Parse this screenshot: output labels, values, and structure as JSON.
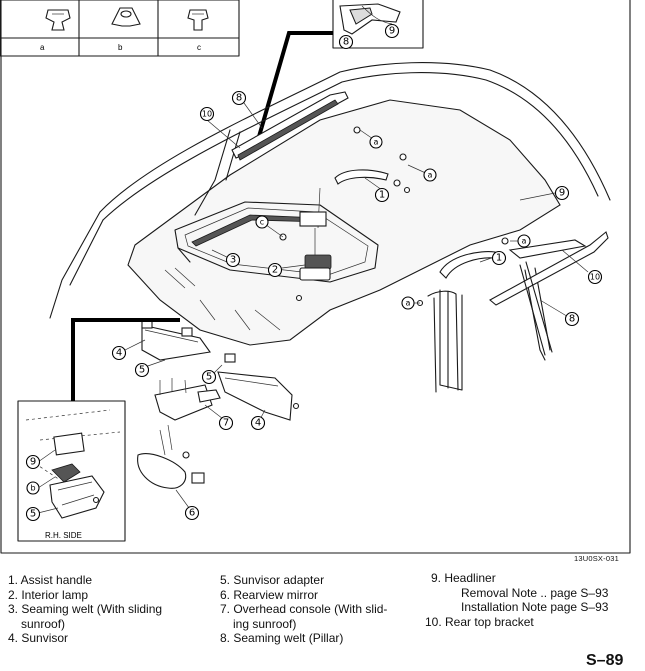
{
  "figure": {
    "fastener_table": {
      "columns": [
        "a",
        "b",
        "c"
      ]
    },
    "callouts": {
      "assist_handle": "1",
      "interior_lamp": "2",
      "seaming_welt_sunroof": "3",
      "sunvisor": "4",
      "sunvisor_adapter": "5",
      "rearview_mirror": "6",
      "overhead_console": "7",
      "seaming_welt_pillar": "8",
      "headliner": "9",
      "rear_top_bracket": "10"
    },
    "fastener_letters": {
      "a": "a",
      "b": "b",
      "c": "c"
    },
    "inset_caption": "R.H. SIDE",
    "figure_code": "13U0SX-031"
  },
  "legend": {
    "col1": [
      "1. Assist handle",
      "2. Interior lamp",
      "3. Seaming welt (With sliding",
      "sunroof)",
      "4. Sunvisor"
    ],
    "col2": [
      "5. Sunvisor adapter",
      "6. Rearview mirror",
      "7. Overhead console (With slid-",
      "ing sunroof)",
      "8. Seaming welt (Pillar)"
    ],
    "col3": [
      "9. Headliner",
      "Removal Note .. page S–93",
      "Installation Note page S–93",
      "10. Rear top bracket"
    ]
  },
  "page_number": "S–89"
}
